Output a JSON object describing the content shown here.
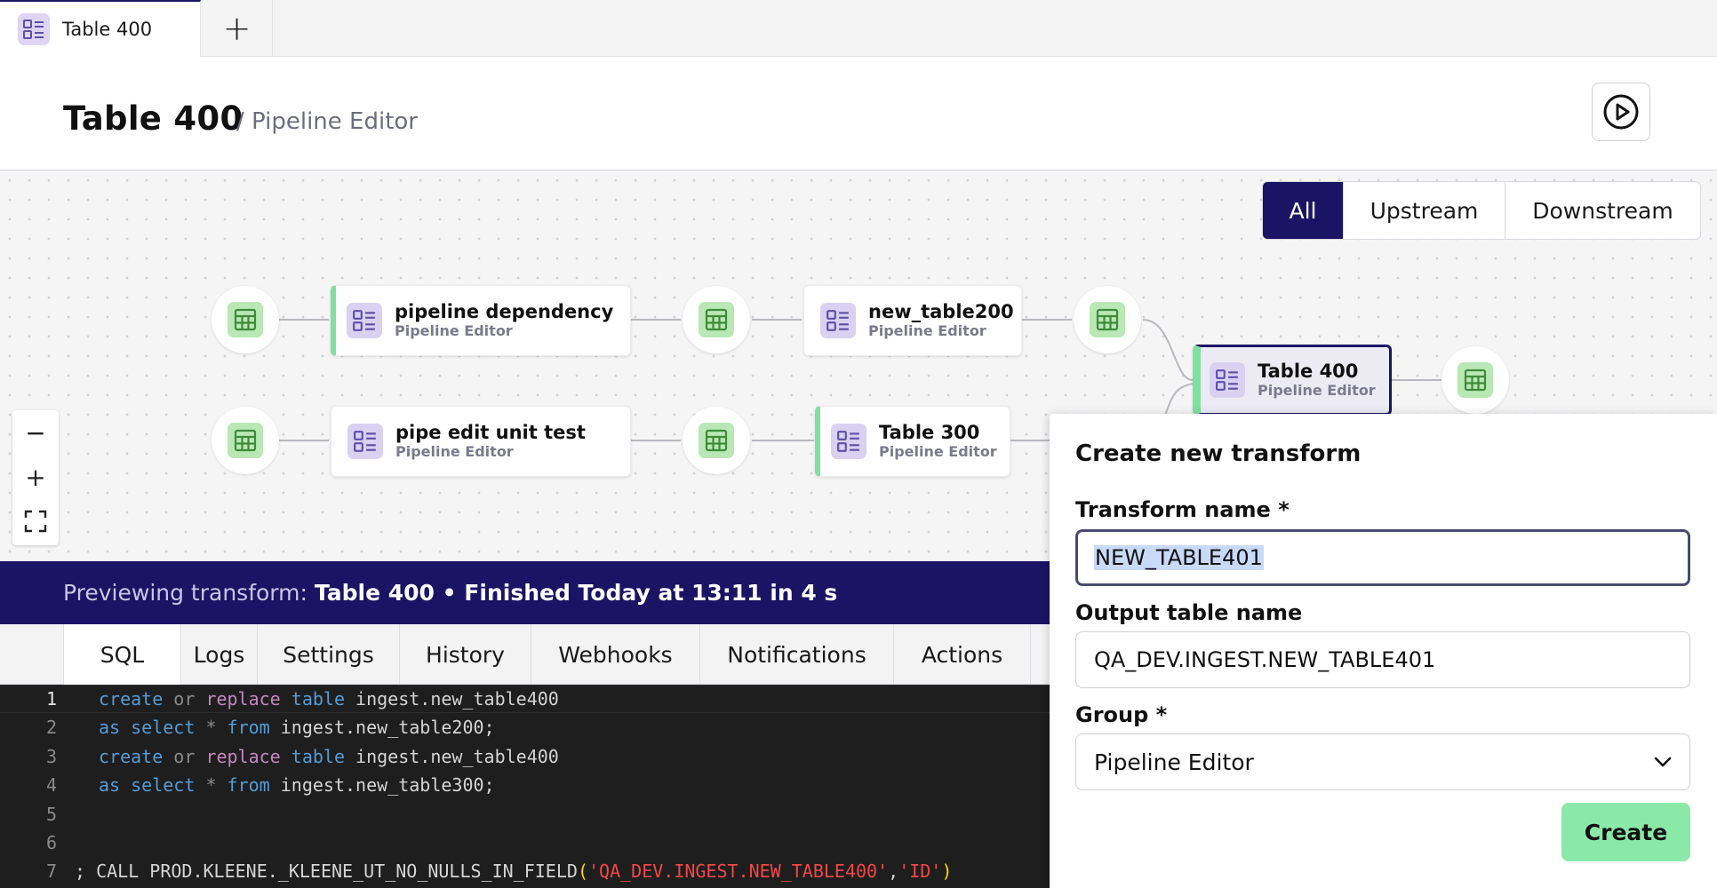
{
  "tabbar": {
    "tab_label": "Table 400",
    "add_label": "+"
  },
  "header": {
    "title": "Table 400",
    "subtitle": "/ Pipeline Editor"
  },
  "filter": {
    "all": "All",
    "upstream": "Upstream",
    "downstream": "Downstream"
  },
  "nodes": {
    "card1": {
      "title": "pipeline dependency",
      "sub": "Pipeline Editor"
    },
    "card2": {
      "title": "new_table200",
      "sub": "Pipeline Editor"
    },
    "card3": {
      "title": "Table 400",
      "sub": "Pipeline Editor"
    },
    "card4": {
      "title": "pipe edit unit test",
      "sub": "Pipeline Editor"
    },
    "card5": {
      "title": "Table 300",
      "sub": "Pipeline Editor"
    }
  },
  "zoom": {
    "out": "−",
    "in": "+"
  },
  "preview": {
    "prefix": "Previewing transform:",
    "detail": "Table 400 • Finished Today at 13:11 in 4 s"
  },
  "bottom_tabs": [
    "SQL",
    "Logs",
    "Settings",
    "History",
    "Webhooks",
    "Notifications",
    "Actions"
  ],
  "editor": {
    "line_numbers": [
      "1",
      "2",
      "3",
      "4",
      "5",
      "6",
      "7"
    ],
    "l1": {
      "kw1": "create",
      "op1": "or",
      "kw2": "replace",
      "kw3": "table",
      "rest": "ingest.new_table400"
    },
    "l2": {
      "kw1": "as",
      "kw2": "select",
      "op": "*",
      "kw3": "from",
      "rest": "ingest.new_table200;"
    },
    "l3": {
      "kw1": "create",
      "op1": "or",
      "kw2": "replace",
      "kw3": "table",
      "rest": "ingest.new_table400"
    },
    "l4": {
      "kw1": "as",
      "kw2": "select",
      "op": "*",
      "kw3": "from",
      "rest": "ingest.new_table300;"
    },
    "l7": {
      "pre": "; CALL PROD.KLEENE._KLEENE_UT_NO_NULLS_IN_FIELD",
      "open": "(",
      "s1": "'QA_DEV.INGEST.NEW_TABLE400'",
      "comma": ",",
      "s2": "'ID'",
      "close": ")"
    }
  },
  "panel": {
    "title": "Create new transform",
    "name_label": "Transform name *",
    "name_value": "NEW_TABLE401",
    "output_label": "Output table name",
    "output_value": "QA_DEV.INGEST.NEW_TABLE401",
    "group_label": "Group *",
    "group_value": "Pipeline Editor",
    "create_label": "Create"
  },
  "colors": {
    "brand": "#1b1464",
    "table_icon_bg": "#b9e8b4",
    "transform_icon_bg": "#d9d1f2",
    "accent_green": "#7fe0a0",
    "create_button": "#8ae9a8"
  }
}
